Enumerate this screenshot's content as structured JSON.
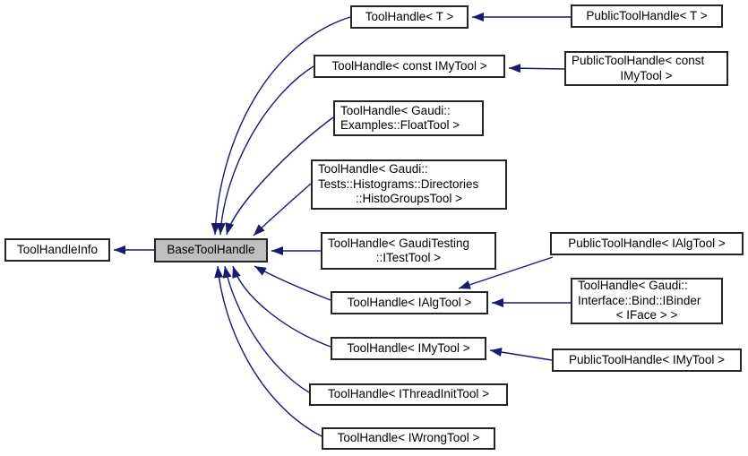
{
  "diagram": {
    "title": "Inheritance graph for BaseToolHandle",
    "type": "class-inheritance-graph",
    "colors": {
      "background": "#ffffff",
      "edge": "#191970",
      "node_fill": "#ffffff",
      "node_border": "#242424",
      "highlighted_node_fill": "#bfbfbf",
      "text": "#000000"
    },
    "nodes": {
      "tool_handle_info": {
        "label": "ToolHandleInfo"
      },
      "base_tool_handle": {
        "label": "BaseToolHandle",
        "highlighted": true
      },
      "tool_handle_t": {
        "label": "ToolHandle< T >"
      },
      "public_tool_handle_t": {
        "label": "PublicToolHandle< T >"
      },
      "tool_handle_const_imytool": {
        "label": "ToolHandle< const IMyTool >"
      },
      "public_tool_handle_const_imytool": {
        "lines": [
          "PublicToolHandle< const",
          "IMyTool >"
        ]
      },
      "tool_handle_float_tool": {
        "lines": [
          "ToolHandle< Gaudi::",
          "Examples::FloatTool >"
        ]
      },
      "tool_handle_histo_groups": {
        "lines": [
          "ToolHandle< Gaudi::",
          "Tests::Histograms::Directories",
          "::HistoGroupsTool >"
        ]
      },
      "tool_handle_itest_tool": {
        "lines": [
          "ToolHandle< GaudiTesting",
          "::ITestTool >"
        ]
      },
      "public_tool_handle_ialgtool": {
        "label": "PublicToolHandle< IAlgTool >"
      },
      "tool_handle_ialgtool": {
        "label": "ToolHandle< IAlgTool >"
      },
      "tool_handle_ibinder": {
        "lines": [
          "ToolHandle< Gaudi::",
          "Interface::Bind::IBinder",
          "< IFace > >"
        ]
      },
      "tool_handle_imytool": {
        "label": "ToolHandle< IMyTool >"
      },
      "public_tool_handle_imytool": {
        "label": "PublicToolHandle< IMyTool >"
      },
      "tool_handle_ithreadinittool": {
        "label": "ToolHandle< IThreadInitTool >"
      },
      "tool_handle_iwrongtool": {
        "label": "ToolHandle< IWrongTool >"
      }
    },
    "edges": [
      {
        "from": "base_tool_handle",
        "to": "tool_handle_info",
        "relation": "inherits"
      },
      {
        "from": "tool_handle_t",
        "to": "base_tool_handle",
        "relation": "inherits"
      },
      {
        "from": "tool_handle_const_imytool",
        "to": "base_tool_handle",
        "relation": "inherits"
      },
      {
        "from": "tool_handle_float_tool",
        "to": "base_tool_handle",
        "relation": "inherits"
      },
      {
        "from": "tool_handle_histo_groups",
        "to": "base_tool_handle",
        "relation": "inherits"
      },
      {
        "from": "tool_handle_itest_tool",
        "to": "base_tool_handle",
        "relation": "inherits"
      },
      {
        "from": "tool_handle_ialgtool",
        "to": "base_tool_handle",
        "relation": "inherits"
      },
      {
        "from": "tool_handle_imytool",
        "to": "base_tool_handle",
        "relation": "inherits"
      },
      {
        "from": "tool_handle_ithreadinittool",
        "to": "base_tool_handle",
        "relation": "inherits"
      },
      {
        "from": "tool_handle_iwrongtool",
        "to": "base_tool_handle",
        "relation": "inherits"
      },
      {
        "from": "public_tool_handle_t",
        "to": "tool_handle_t",
        "relation": "inherits"
      },
      {
        "from": "public_tool_handle_const_imytool",
        "to": "tool_handle_const_imytool",
        "relation": "inherits"
      },
      {
        "from": "public_tool_handle_ialgtool",
        "to": "tool_handle_ialgtool",
        "relation": "inherits"
      },
      {
        "from": "tool_handle_ibinder",
        "to": "tool_handle_ialgtool",
        "relation": "inherits"
      },
      {
        "from": "public_tool_handle_imytool",
        "to": "tool_handle_imytool",
        "relation": "inherits"
      }
    ]
  }
}
